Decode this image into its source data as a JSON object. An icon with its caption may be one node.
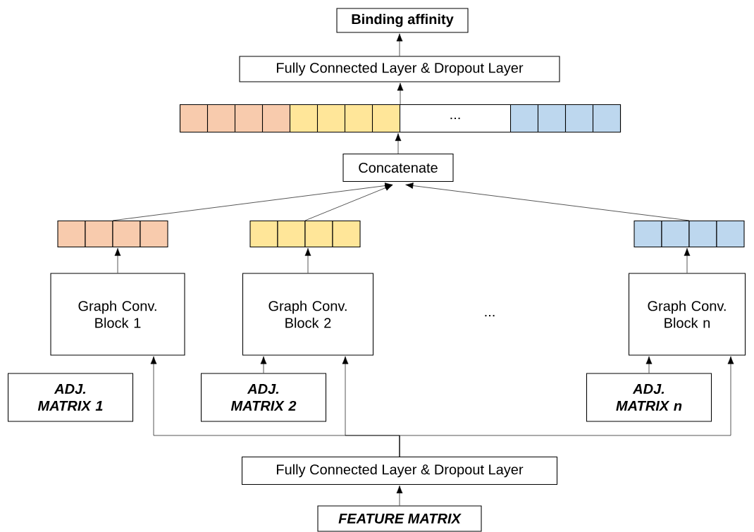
{
  "diagram": {
    "nodes": [
      {
        "text": [
          "Binding affinity"
        ]
      },
      {
        "text": [
          "Fully Connected Layer & Dropout Layer"
        ]
      },
      {
        "text": [
          "..."
        ]
      },
      {
        "text": [
          "Concatenate"
        ]
      },
      {
        "text": [],
        "shape": "bar"
      },
      {
        "text": [],
        "shape": "bar"
      },
      {
        "text": [],
        "shape": "bar"
      },
      {
        "text": [
          "Graph Conv. Block 1"
        ]
      },
      {
        "text": [
          "Graph Conv. Block 2"
        ]
      },
      {
        "text": [
          "Graph Conv. Block n"
        ]
      },
      {
        "text": [
          "ADJ. MATRIX 1"
        ]
      },
      {
        "text": [
          "ADJ. MATRIX 2"
        ]
      },
      {
        "text": [
          "ADJ. MATRIX n"
        ]
      },
      {
        "text": [
          "Fully Connected Layer & Dropout Layer"
        ]
      },
      {
        "text": [
          "FEATURE MATRIX"
        ]
      }
    ],
    "edges": [
      {
        "from": 14,
        "to": 13,
        "arrow": "to"
      },
      {
        "from": 13,
        "to": 7,
        "arrow": "to"
      },
      {
        "from": 13,
        "to": 8,
        "arrow": "to"
      },
      {
        "from": 13,
        "to": 9,
        "arrow": "to"
      },
      {
        "from": 11,
        "to": 8,
        "arrow": "to"
      },
      {
        "from": 12,
        "to": 9,
        "arrow": "to"
      },
      {
        "from": 7,
        "to": 4,
        "arrow": "to"
      },
      {
        "from": 8,
        "to": 5,
        "arrow": "to"
      },
      {
        "from": 9,
        "to": 6,
        "arrow": "to"
      },
      {
        "from": 4,
        "to": 3,
        "arrow": "to"
      },
      {
        "from": 5,
        "to": 3,
        "arrow": "to"
      },
      {
        "from": 6,
        "to": 3,
        "arrow": "to"
      },
      {
        "from": 3,
        "to": 2,
        "arrow": "to"
      },
      {
        "from": 2,
        "to": 1,
        "arrow": "to"
      },
      {
        "from": 1,
        "to": 0,
        "arrow": "to"
      }
    ],
    "labels": [
      "..."
    ]
  }
}
